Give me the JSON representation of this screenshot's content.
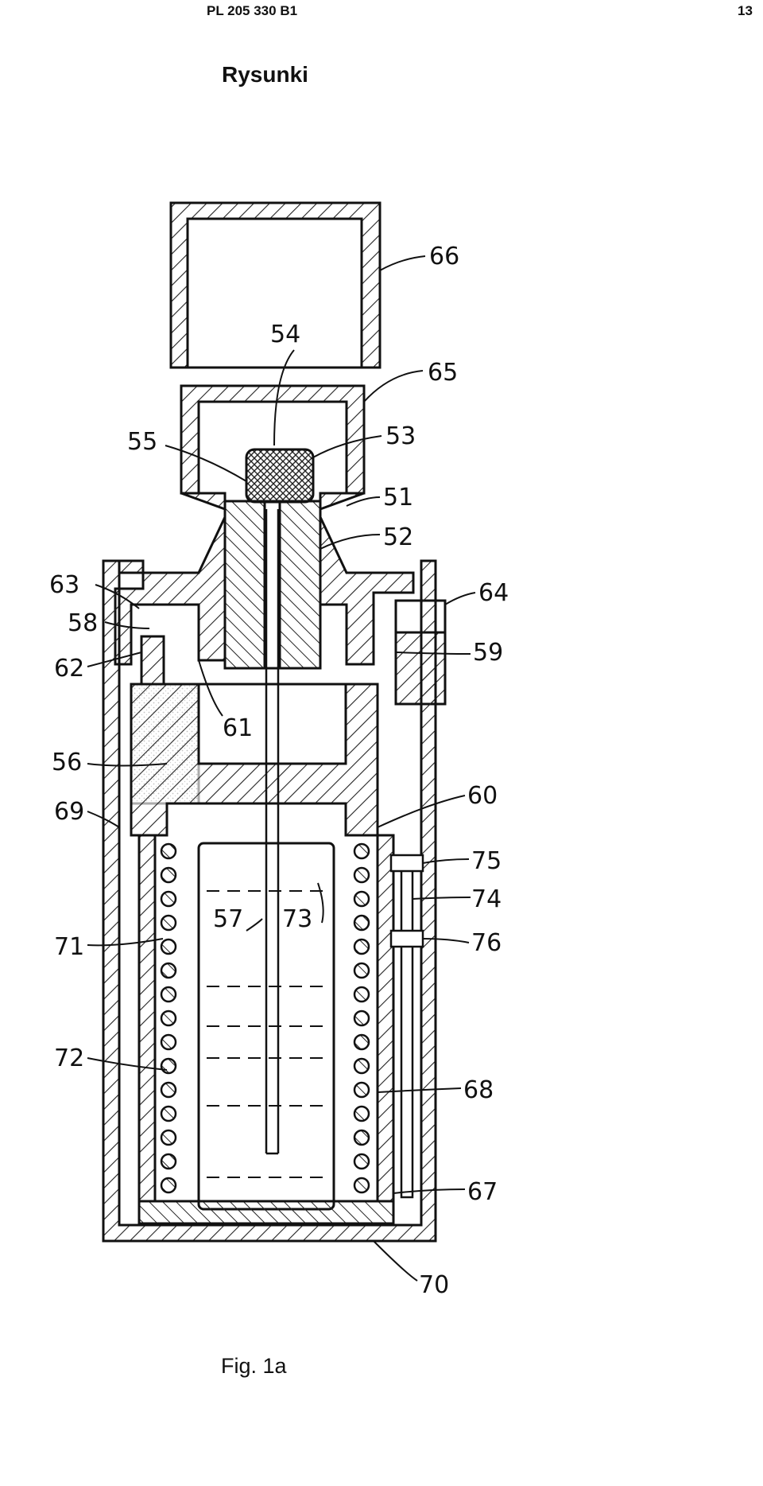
{
  "header": {
    "doc_number": "PL 205 330 B1",
    "page_number": "13"
  },
  "section_title": "Rysunki",
  "figure": {
    "caption": "Fig. 1a",
    "labels": [
      {
        "id": "66",
        "text": "66"
      },
      {
        "id": "54",
        "text": "54"
      },
      {
        "id": "65",
        "text": "65"
      },
      {
        "id": "55",
        "text": "55"
      },
      {
        "id": "53",
        "text": "53"
      },
      {
        "id": "51",
        "text": "51"
      },
      {
        "id": "52",
        "text": "52"
      },
      {
        "id": "63",
        "text": "63"
      },
      {
        "id": "64",
        "text": "64"
      },
      {
        "id": "58",
        "text": "58"
      },
      {
        "id": "62",
        "text": "62"
      },
      {
        "id": "59",
        "text": "59"
      },
      {
        "id": "61",
        "text": "61"
      },
      {
        "id": "56",
        "text": "56"
      },
      {
        "id": "60",
        "text": "60"
      },
      {
        "id": "69",
        "text": "69"
      },
      {
        "id": "75",
        "text": "75"
      },
      {
        "id": "74",
        "text": "74"
      },
      {
        "id": "57",
        "text": "57"
      },
      {
        "id": "73",
        "text": "73"
      },
      {
        "id": "71",
        "text": "71"
      },
      {
        "id": "76",
        "text": "76"
      },
      {
        "id": "72",
        "text": "72"
      },
      {
        "id": "68",
        "text": "68"
      },
      {
        "id": "67",
        "text": "67"
      },
      {
        "id": "70",
        "text": "70"
      }
    ]
  }
}
